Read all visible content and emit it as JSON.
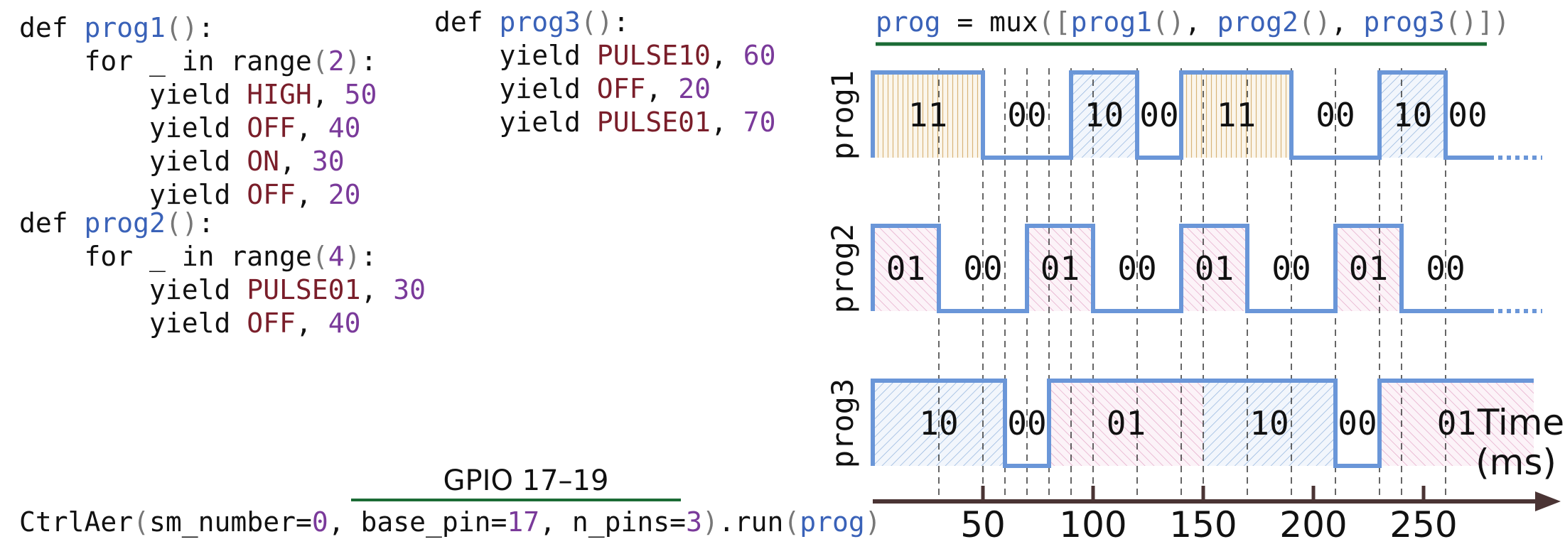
{
  "colors": {
    "keyword": "#111111",
    "func": "#3a62b8",
    "paren": "#777777",
    "constant": "#7a1e2a",
    "number": "#7a3a9a",
    "wave": "#6a96d8",
    "accent_line": "#1b6b35",
    "axis": "#4a3434",
    "grid": "#333333",
    "fill_11": "#d8b47a",
    "fill_10": "#8fb2dc",
    "fill_01": "#e3a6c6"
  },
  "code": {
    "prog1_lines": [
      [
        [
          "def ",
          "keyword"
        ],
        [
          "prog1",
          "func"
        ],
        [
          "()",
          "paren"
        ],
        [
          ":",
          "keyword"
        ]
      ],
      [
        [
          "    for _ in range",
          "keyword"
        ],
        [
          "(",
          "paren"
        ],
        [
          "2",
          "number"
        ],
        [
          ")",
          "paren"
        ],
        [
          ":",
          "keyword"
        ]
      ],
      [
        [
          "        yield ",
          "keyword"
        ],
        [
          "HIGH",
          "constant"
        ],
        [
          ", ",
          "keyword"
        ],
        [
          "50",
          "number"
        ]
      ],
      [
        [
          "        yield ",
          "keyword"
        ],
        [
          "OFF",
          "constant"
        ],
        [
          ", ",
          "keyword"
        ],
        [
          "40",
          "number"
        ]
      ],
      [
        [
          "        yield ",
          "keyword"
        ],
        [
          "ON",
          "constant"
        ],
        [
          ", ",
          "keyword"
        ],
        [
          "30",
          "number"
        ]
      ],
      [
        [
          "        yield ",
          "keyword"
        ],
        [
          "OFF",
          "constant"
        ],
        [
          ", ",
          "keyword"
        ],
        [
          "20",
          "number"
        ]
      ]
    ],
    "prog2_lines": [
      [
        [
          "def ",
          "keyword"
        ],
        [
          "prog2",
          "func"
        ],
        [
          "()",
          "paren"
        ],
        [
          ":",
          "keyword"
        ]
      ],
      [
        [
          "    for _ in range",
          "keyword"
        ],
        [
          "(",
          "paren"
        ],
        [
          "4",
          "number"
        ],
        [
          ")",
          "paren"
        ],
        [
          ":",
          "keyword"
        ]
      ],
      [
        [
          "        yield ",
          "keyword"
        ],
        [
          "PULSE01",
          "constant"
        ],
        [
          ", ",
          "keyword"
        ],
        [
          "30",
          "number"
        ]
      ],
      [
        [
          "        yield ",
          "keyword"
        ],
        [
          "OFF",
          "constant"
        ],
        [
          ", ",
          "keyword"
        ],
        [
          "40",
          "number"
        ]
      ]
    ],
    "prog3_lines": [
      [
        [
          "def ",
          "keyword"
        ],
        [
          "prog3",
          "func"
        ],
        [
          "()",
          "paren"
        ],
        [
          ":",
          "keyword"
        ]
      ],
      [
        [
          "    yield ",
          "keyword"
        ],
        [
          "PULSE10",
          "constant"
        ],
        [
          ", ",
          "keyword"
        ],
        [
          "60",
          "number"
        ]
      ],
      [
        [
          "    yield ",
          "keyword"
        ],
        [
          "OFF",
          "constant"
        ],
        [
          ", ",
          "keyword"
        ],
        [
          "20",
          "number"
        ]
      ],
      [
        [
          "    yield ",
          "keyword"
        ],
        [
          "PULSE01",
          "constant"
        ],
        [
          ", ",
          "keyword"
        ],
        [
          "70",
          "number"
        ]
      ]
    ],
    "run_line": [
      [
        "CtrlAer",
        "keyword"
      ],
      [
        "(",
        "paren"
      ],
      [
        "sm_number=",
        "keyword"
      ],
      [
        "0",
        "number"
      ],
      [
        ", base_pin=",
        "keyword"
      ],
      [
        "17",
        "number"
      ],
      [
        ", n_pins=",
        "keyword"
      ],
      [
        "3",
        "number"
      ],
      [
        ")",
        "paren"
      ],
      [
        ".run",
        "keyword"
      ],
      [
        "(",
        "paren"
      ],
      [
        "prog",
        "func"
      ],
      [
        ")",
        "paren"
      ]
    ],
    "mux_line": [
      [
        "prog",
        "func"
      ],
      [
        " = mux",
        "keyword"
      ],
      [
        "([",
        "paren"
      ],
      [
        "prog1",
        "func"
      ],
      [
        "()",
        "paren"
      ],
      [
        ", ",
        "keyword"
      ],
      [
        "prog2",
        "func"
      ],
      [
        "()",
        "paren"
      ],
      [
        ", ",
        "keyword"
      ],
      [
        "prog3",
        "func"
      ],
      [
        "()",
        "paren"
      ],
      [
        "])",
        "paren"
      ]
    ]
  },
  "gpio_label": "GPIO 17–19",
  "timing": {
    "time_label_line1": "Time",
    "time_label_line2": "(ms)",
    "ticks": [
      50,
      100,
      150,
      200,
      250
    ],
    "tick_labels": [
      "50",
      "100",
      "150",
      "200",
      "250"
    ],
    "rows": [
      {
        "name": "prog1",
        "segments": [
          {
            "start": 0,
            "end": 50,
            "level": 1,
            "bits": "11",
            "fill": "fill_11"
          },
          {
            "start": 50,
            "end": 90,
            "level": 0,
            "bits": "00",
            "fill": ""
          },
          {
            "start": 90,
            "end": 120,
            "level": 1,
            "bits": "10",
            "fill": "fill_10"
          },
          {
            "start": 120,
            "end": 140,
            "level": 0,
            "bits": "00",
            "fill": ""
          },
          {
            "start": 140,
            "end": 190,
            "level": 1,
            "bits": "11",
            "fill": "fill_11"
          },
          {
            "start": 190,
            "end": 230,
            "level": 0,
            "bits": "00",
            "fill": ""
          },
          {
            "start": 230,
            "end": 260,
            "level": 1,
            "bits": "10",
            "fill": "fill_10"
          },
          {
            "start": 260,
            "end": 280,
            "level": 0,
            "bits": "00",
            "fill": ""
          }
        ]
      },
      {
        "name": "prog2",
        "segments": [
          {
            "start": 0,
            "end": 30,
            "level": 1,
            "bits": "01",
            "fill": "fill_01"
          },
          {
            "start": 30,
            "end": 70,
            "level": 0,
            "bits": "00",
            "fill": ""
          },
          {
            "start": 70,
            "end": 100,
            "level": 1,
            "bits": "01",
            "fill": "fill_01"
          },
          {
            "start": 100,
            "end": 140,
            "level": 0,
            "bits": "00",
            "fill": ""
          },
          {
            "start": 140,
            "end": 170,
            "level": 1,
            "bits": "01",
            "fill": "fill_01"
          },
          {
            "start": 170,
            "end": 210,
            "level": 0,
            "bits": "00",
            "fill": ""
          },
          {
            "start": 210,
            "end": 240,
            "level": 1,
            "bits": "01",
            "fill": "fill_01"
          },
          {
            "start": 240,
            "end": 280,
            "level": 0,
            "bits": "00",
            "fill": ""
          }
        ]
      },
      {
        "name": "prog3",
        "segments": [
          {
            "start": 0,
            "end": 60,
            "level": 1,
            "bits": "10",
            "fill": "fill_10"
          },
          {
            "start": 60,
            "end": 80,
            "level": 0,
            "bits": "00",
            "fill": ""
          },
          {
            "start": 80,
            "end": 150,
            "level": 1,
            "bits": "01",
            "fill": "fill_01"
          },
          {
            "start": 150,
            "end": 210,
            "level": 1,
            "bits": "10",
            "fill": "fill_10"
          },
          {
            "start": 210,
            "end": 230,
            "level": 0,
            "bits": "00",
            "fill": ""
          },
          {
            "start": 230,
            "end": 300,
            "level": 1,
            "bits": "01",
            "fill": "fill_01"
          }
        ]
      }
    ],
    "boundaries": [
      30,
      50,
      60,
      70,
      80,
      90,
      100,
      120,
      140,
      150,
      170,
      190,
      210,
      230,
      240,
      260
    ]
  }
}
